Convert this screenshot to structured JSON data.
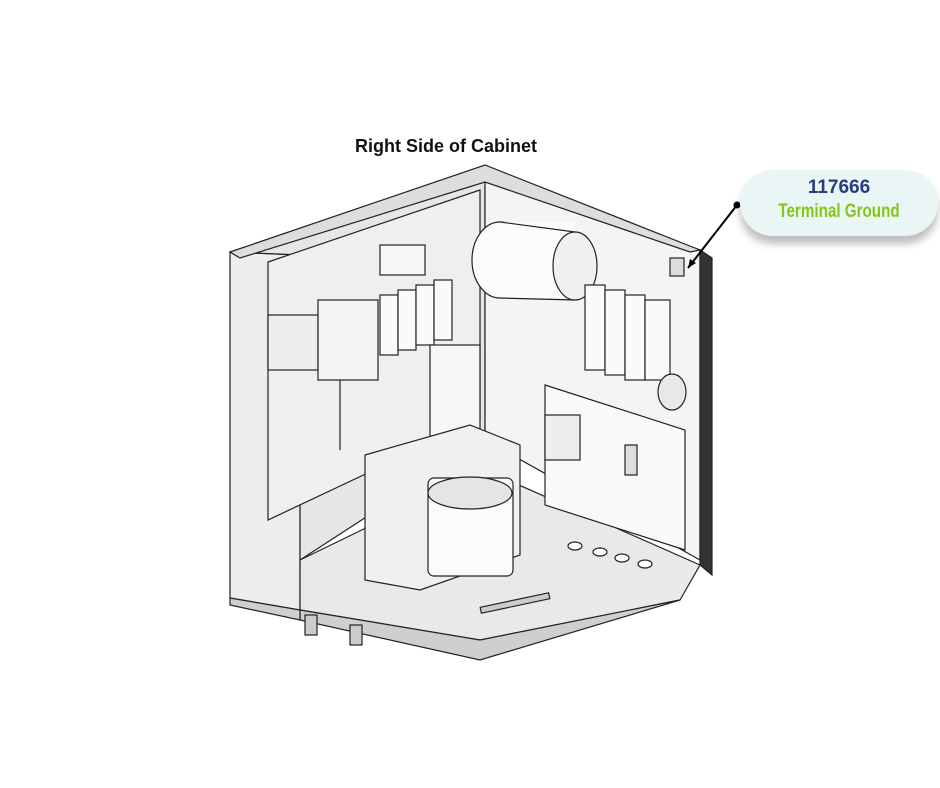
{
  "title": "Right Side of Cabinet",
  "callout": {
    "part_number": "117666",
    "label": "Terminal Ground",
    "number_color": "#263c82",
    "label_color": "#86c61a"
  }
}
